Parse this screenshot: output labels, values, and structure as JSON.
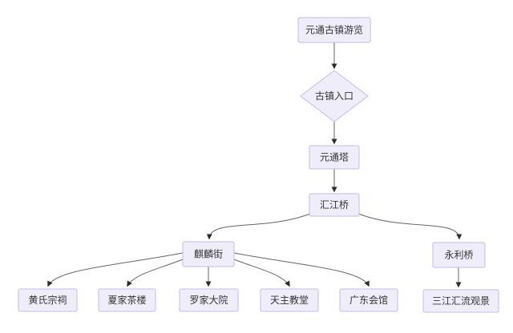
{
  "page": {
    "background_color": "#ffffff"
  },
  "theme": {
    "node_fill": "#f0edfb",
    "node_border": "#c9b9e8",
    "node_text_color": "#333333",
    "edge_color": "#666666",
    "arrow_color": "#2b2b2b"
  },
  "diagram": {
    "type": "flowchart",
    "nodes": [
      {
        "id": "start",
        "label": "元通古镇游览",
        "shape": "rect"
      },
      {
        "id": "town-entrance",
        "label": "古镇入口",
        "shape": "diamond"
      },
      {
        "id": "yuantong-tower",
        "label": "元通塔",
        "shape": "rect"
      },
      {
        "id": "huijiang-bridge",
        "label": "汇江桥",
        "shape": "rect"
      },
      {
        "id": "qilin-street",
        "label": "麒麟街",
        "shape": "rect"
      },
      {
        "id": "yongli-bridge",
        "label": "永利桥",
        "shape": "rect"
      },
      {
        "id": "huang-ancestral-hall",
        "label": "黄氏宗祠",
        "shape": "rect"
      },
      {
        "id": "xia-teahouse",
        "label": "夏家茶楼",
        "shape": "rect"
      },
      {
        "id": "luo-courtyard",
        "label": "罗家大院",
        "shape": "rect"
      },
      {
        "id": "catholic-church",
        "label": "天主教堂",
        "shape": "rect"
      },
      {
        "id": "guangdong-guild-hall",
        "label": "广东会馆",
        "shape": "rect"
      },
      {
        "id": "three-rivers-view",
        "label": "三江汇流观景",
        "shape": "rect"
      }
    ],
    "edges": [
      {
        "from": "start",
        "to": "town-entrance"
      },
      {
        "from": "town-entrance",
        "to": "yuantong-tower"
      },
      {
        "from": "yuantong-tower",
        "to": "huijiang-bridge"
      },
      {
        "from": "huijiang-bridge",
        "to": "qilin-street"
      },
      {
        "from": "huijiang-bridge",
        "to": "yongli-bridge"
      },
      {
        "from": "qilin-street",
        "to": "huang-ancestral-hall"
      },
      {
        "from": "qilin-street",
        "to": "xia-teahouse"
      },
      {
        "from": "qilin-street",
        "to": "luo-courtyard"
      },
      {
        "from": "qilin-street",
        "to": "catholic-church"
      },
      {
        "from": "qilin-street",
        "to": "guangdong-guild-hall"
      },
      {
        "from": "yongli-bridge",
        "to": "three-rivers-view"
      }
    ]
  }
}
